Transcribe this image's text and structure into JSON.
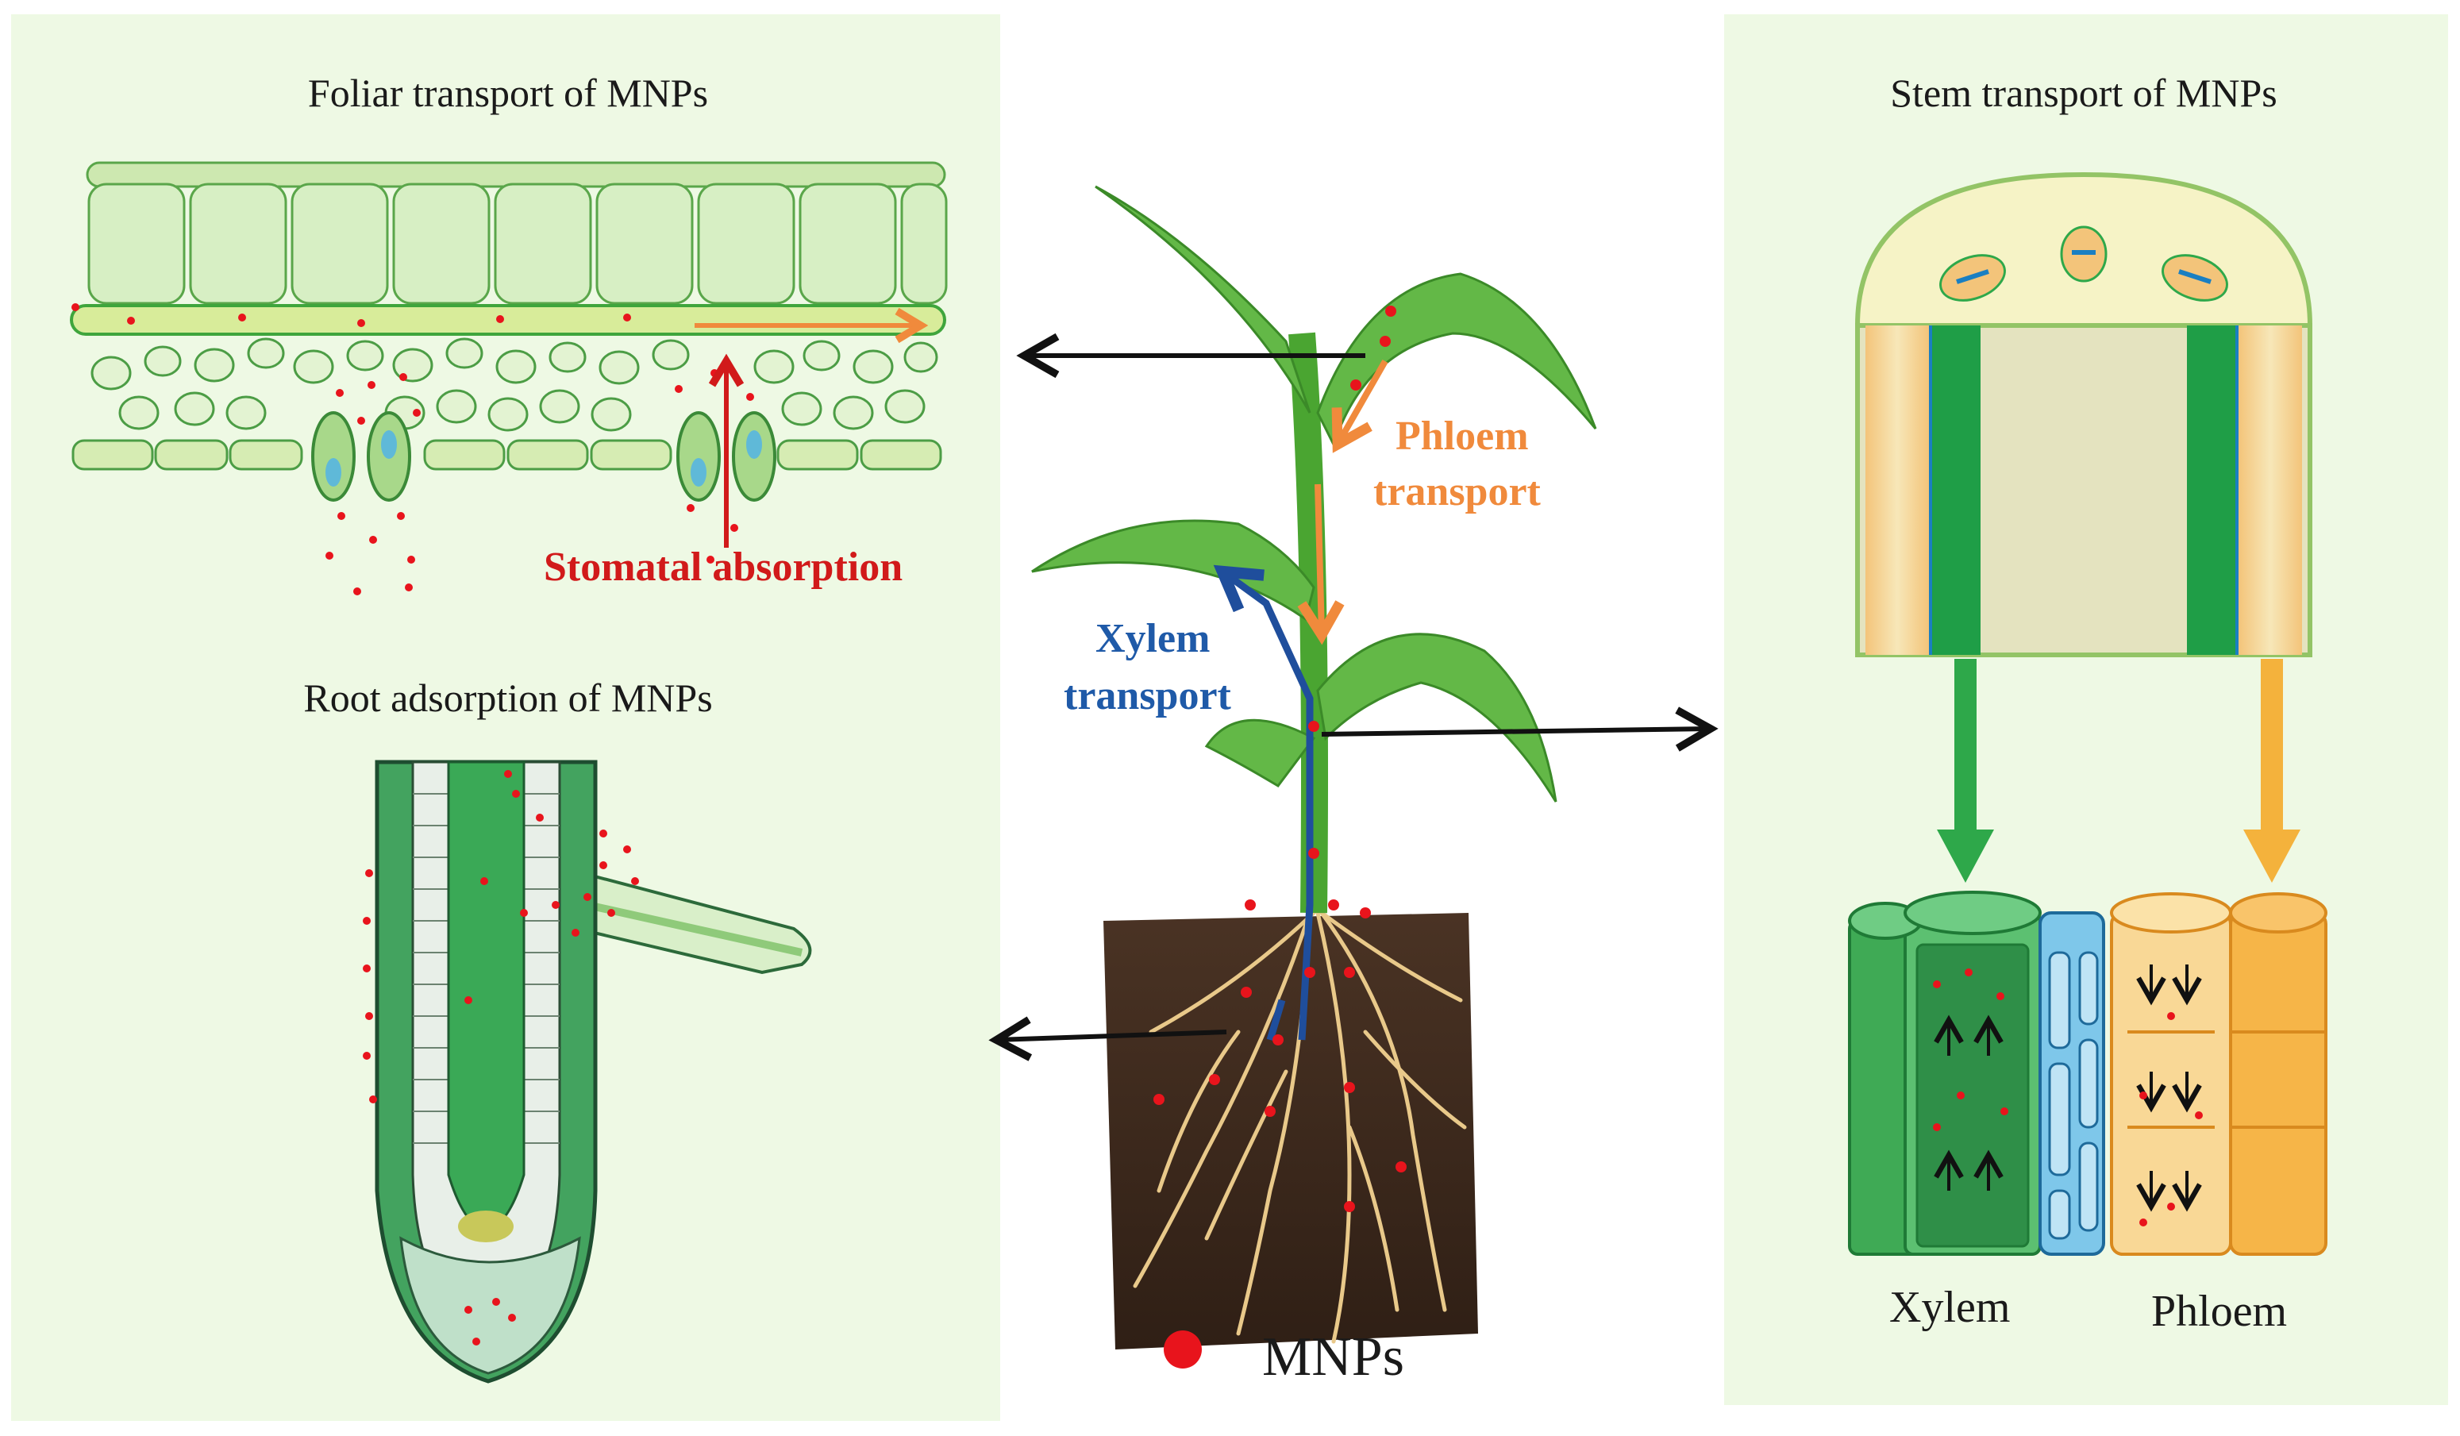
{
  "panels": {
    "foliar_title": "Foliar transport of MNPs",
    "root_title": "Root adsorption of MNPs",
    "stem_title": "Stem transport of MNPs"
  },
  "labels": {
    "stomatal": "Stomatal absorption",
    "phloem_transport_1": "Phloem",
    "phloem_transport_2": "transport",
    "xylem_transport_1": "Xylem",
    "xylem_transport_2": "transport",
    "xylem": "Xylem",
    "phloem": "Phloem",
    "legend_mnps": "MNPs"
  },
  "colors": {
    "panel_bg": "#eef9e4",
    "mnp_red": "#e8141c",
    "phloem_orange": "#f08a3c",
    "xylem_blue": "#1f4e9c",
    "stomatal_red": "#d11a1a",
    "leaf_green": "#5cb83a",
    "xylem_green": "#2ea84a",
    "phloem_yellow": "#f4b23c"
  }
}
